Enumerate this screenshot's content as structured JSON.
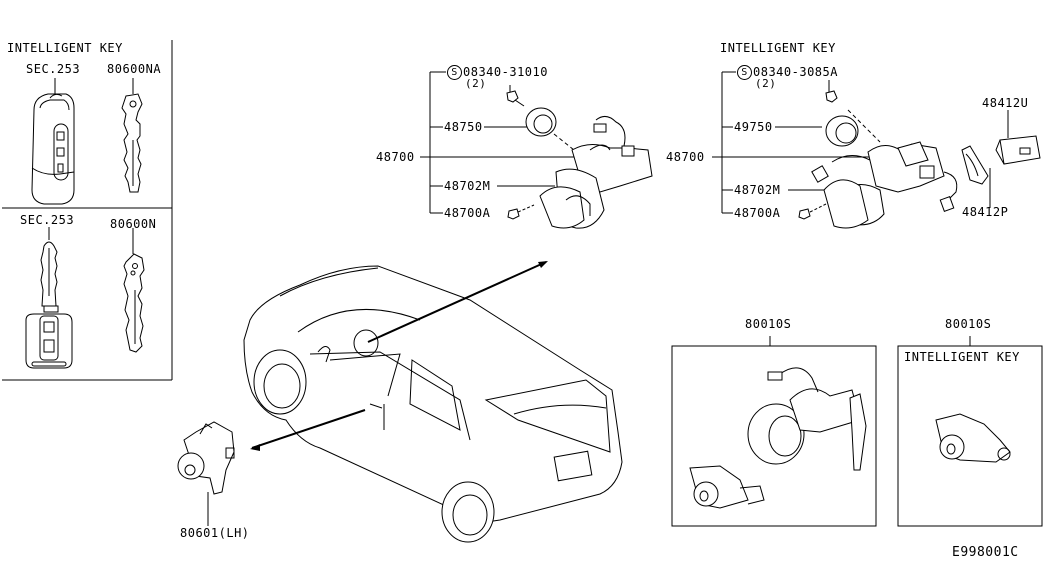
{
  "diagram": {
    "id_code": "E998001C",
    "key_panel": {
      "heading": "INTELLIGENT KEY",
      "top_left": {
        "label": "SEC.253",
        "part": "intelligent-key-fob"
      },
      "top_right": {
        "label": "80600NA",
        "part": "emergency-key-blank"
      },
      "bottom_left": {
        "label": "SEC.253",
        "part": "standard-key"
      },
      "bottom_right": {
        "label": "80600N",
        "part": "key-blank"
      }
    },
    "steering_lock_standard": {
      "screw": {
        "part_no": "08340-31010",
        "qty": "(2)",
        "symbol": "S"
      },
      "parts": [
        {
          "part_no": "48750"
        },
        {
          "part_no": "48700"
        },
        {
          "part_no": "48702M"
        },
        {
          "part_no": "48700A"
        }
      ]
    },
    "steering_lock_intelligent": {
      "heading": "INTELLIGENT KEY",
      "screw": {
        "part_no": "08340-3085A",
        "qty": "(2)",
        "symbol": "S"
      },
      "parts": [
        {
          "part_no": "49750"
        },
        {
          "part_no": "48700"
        },
        {
          "part_no": "48702M"
        },
        {
          "part_no": "48700A"
        },
        {
          "part_no": "48412U"
        },
        {
          "part_no": "48412P"
        }
      ]
    },
    "door_lock": {
      "part_no": "80601(LH)"
    },
    "key_sets": [
      {
        "part_no": "80010S",
        "heading": ""
      },
      {
        "part_no": "80010S",
        "heading": "INTELLIGENT KEY"
      }
    ]
  }
}
